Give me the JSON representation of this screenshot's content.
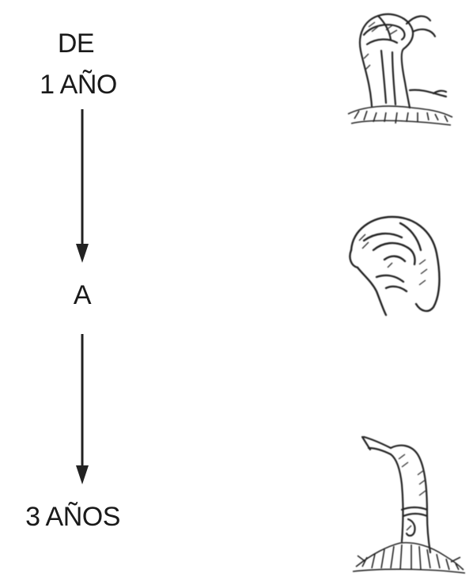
{
  "diagram": {
    "labels": {
      "from_line1": "DE",
      "from_line2": "1 AÑO",
      "connector": "A",
      "to": "3 AÑOS"
    },
    "colors": {
      "text": "#1a1a1a",
      "ink": "#222222",
      "background": "#ffffff"
    },
    "icons": [
      "down-arrow-icon",
      "plant-sprout-icon"
    ]
  }
}
